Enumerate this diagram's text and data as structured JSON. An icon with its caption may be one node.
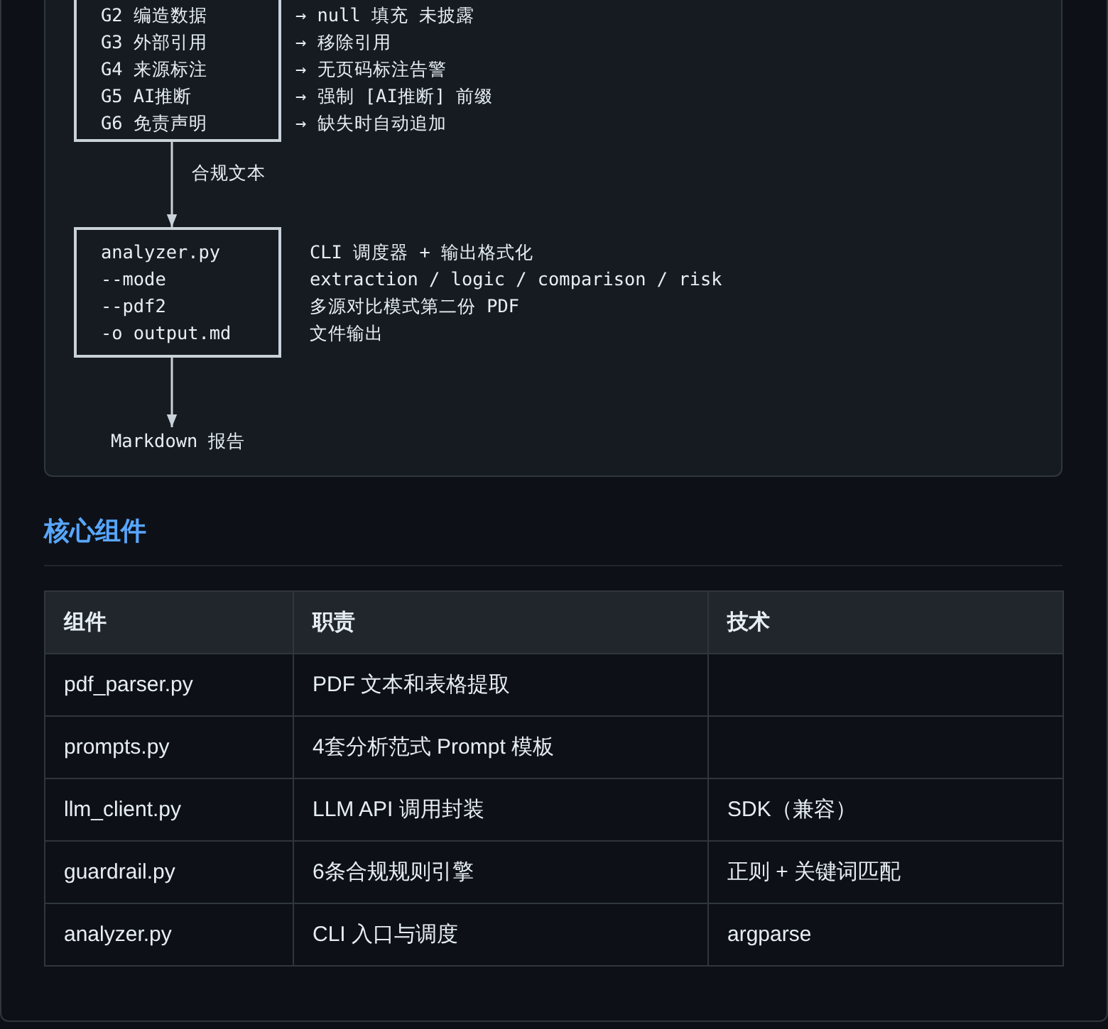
{
  "diagram": {
    "nodes": [
      {
        "text": [
          "G2 编造数据",
          "G3 外部引用",
          "G4 来源标注",
          "G5 AI推断",
          "G6 免责声明"
        ],
        "beside": [
          "→ null 填充 未披露",
          "→ 移除引用",
          "→ 无页码标注告警",
          "→ 强制 [AI推断] 前缀",
          "→ 缺失时自动追加"
        ]
      },
      {
        "text": [
          "analyzer.py",
          "--mode",
          "--pdf2",
          "-o output.md"
        ],
        "beside": [
          "CLI 调度器 + 输出格式化",
          "extraction / logic / comparison / risk",
          "多源对比模式第二份 PDF",
          "文件输出"
        ]
      },
      {
        "text": [
          "Markdown 报告"
        ]
      }
    ],
    "edges": [
      {
        "from": 0,
        "to": 1,
        "arrow": "to",
        "label": "合规文本"
      },
      {
        "from": 1,
        "to": 2,
        "arrow": "to"
      }
    ],
    "labels": [
      "核心组件",
      "组件",
      "职责",
      "技术",
      "pdf_parser.py",
      "PDF 文本和表格提取",
      "prompts.py",
      "4套分析范式 Prompt 模板",
      "llm_client.py",
      "LLM API 调用封装",
      "SDK（兼容）",
      "guardrail.py",
      "6条合规规则引擎",
      "正则 + 关键词匹配",
      "analyzer.py",
      "CLI 入口与调度",
      "argparse"
    ]
  }
}
